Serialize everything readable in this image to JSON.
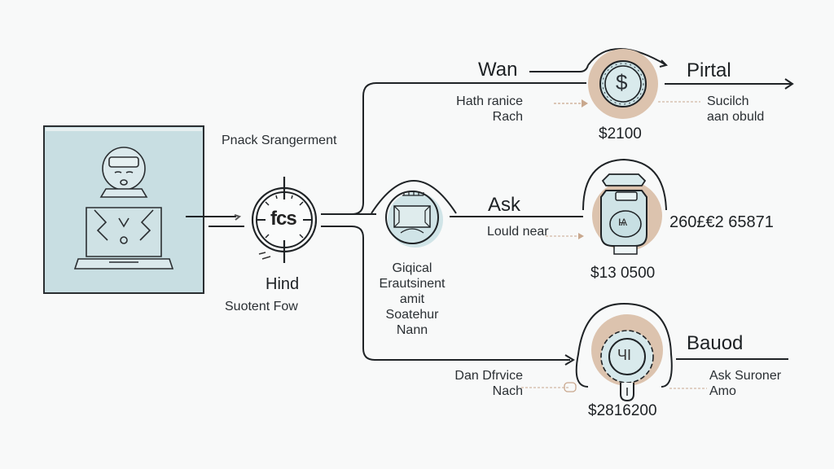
{
  "diagram": {
    "source": {
      "icon": "person-laptop-icon",
      "bg_color": "#c8dee2"
    },
    "hub": {
      "icon": "clock-icon",
      "glyph": "fcs",
      "top_label": "Pnack Srangerment",
      "bottom_label_1": "Hind",
      "bottom_label_2": "Suotent Fow"
    },
    "middle_node": {
      "icon": "building-icon",
      "caption": [
        "Giqical",
        "Erautsinent",
        "amit",
        "Soatehur",
        "Nann"
      ]
    },
    "branches": [
      {
        "id": "top",
        "title_left": "Wan",
        "sub_left_1": "Hath ranice",
        "sub_left_2": "Rach",
        "icon": "dollar-coin-icon",
        "icon_glyph": "$",
        "amount": "$2100",
        "title_right": "Pirtal",
        "sub_right_1": "Sucilch",
        "sub_right_2": "aan obuld"
      },
      {
        "id": "middle",
        "title_left": "Ask",
        "sub_left_1": "Lould near",
        "icon": "jar-icon",
        "icon_glyph": "ѩ",
        "amount": "$13 0500",
        "value_right": "260£€2 65871"
      },
      {
        "id": "bottom",
        "sub_left_1": "Dan Dfrvice",
        "sub_left_2": "Nach",
        "icon": "gear-badge-icon",
        "icon_glyph": "ЧІ",
        "amount": "$2816200",
        "title_right": "Bauod",
        "sub_right_1": "Ask Suroner",
        "sub_right_2": "Amo"
      }
    ],
    "colors": {
      "line": "#1f2326",
      "accent_tan": "#dcc3ae",
      "icon_fill": "#d4e6e9",
      "dashed_arrow": "#c9a88e"
    }
  }
}
